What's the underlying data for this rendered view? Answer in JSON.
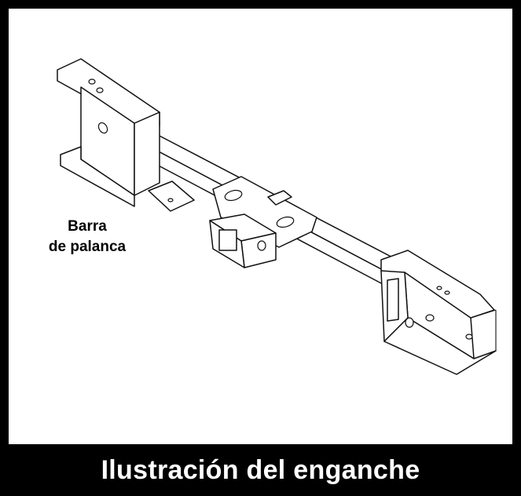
{
  "figure": {
    "title": "Ilustración del enganche",
    "callout": {
      "line1": "Barra",
      "line2": "de palanca"
    },
    "image_subject": "hitch-receiver-drawing"
  },
  "colors": {
    "frame": "#000000",
    "panel": "#ffffff",
    "title_text": "#ffffff",
    "line_art": "#111111"
  }
}
